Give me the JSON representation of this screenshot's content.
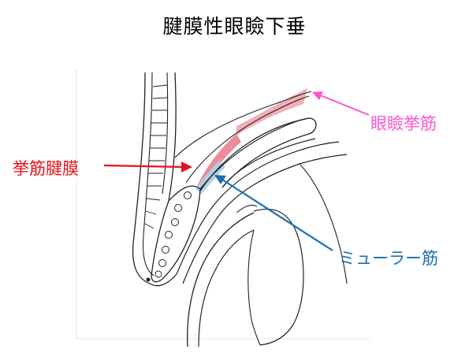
{
  "title": "腱膜性眼瞼下垂",
  "labels": {
    "levator": {
      "text": "眼瞼挙筋",
      "color": "#ff55cc"
    },
    "aponeurosis": {
      "text": "挙筋腱膜",
      "color": "#e8101a"
    },
    "muller": {
      "text": "ミューラー筋",
      "color": "#1a6fb0"
    }
  },
  "colors": {
    "line": "#222222",
    "levator_fill": "#f2a6ae",
    "aponeurosis_fill": "#e9798a",
    "muller_fill": "#a9d2e6"
  }
}
